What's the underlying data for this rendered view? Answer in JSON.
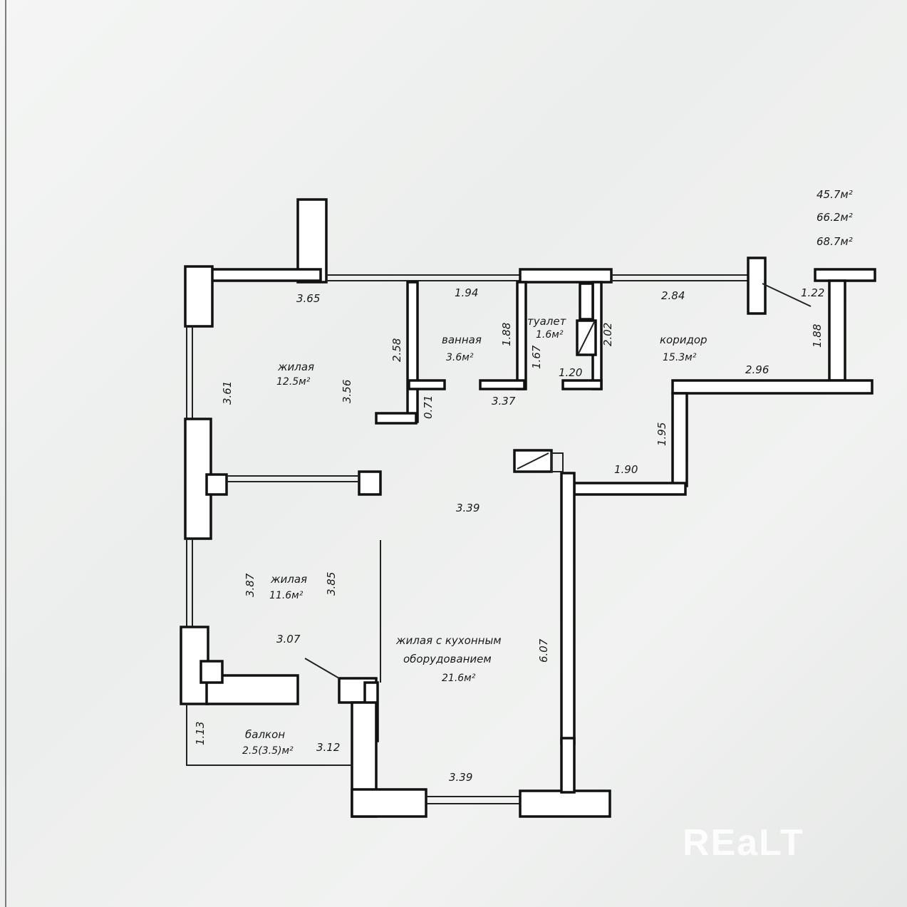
{
  "totals": [
    "45.7м²",
    "66.2м²",
    "68.7м²"
  ],
  "rooms": {
    "living1": {
      "name": "жилая",
      "area": "12.5м²"
    },
    "bath": {
      "name": "ванная",
      "area": "3.6м²"
    },
    "toilet": {
      "name": "туалет",
      "area": "1.6м²"
    },
    "corridor": {
      "name": "коридор",
      "area": "15.3м²"
    },
    "living2": {
      "name": "жилая",
      "area": "11.6м²"
    },
    "kitchen": {
      "line1": "жилая с кухонным",
      "line2": "оборудованием",
      "area": "21.6м²"
    },
    "balcony": {
      "name": "балкон",
      "area": "2.5(3.5)м²"
    }
  },
  "dimensions": {
    "top_left": "3.65",
    "top_bath": "1.94",
    "top_corridor": "2.84",
    "door_right": "1.22",
    "right_side": "1.88",
    "living1_left": "3.61",
    "living1_right": "3.56",
    "bath_left": "2.58",
    "bath_right": "1.88",
    "bath_nib": "0.71",
    "bath_bottom": "3.37",
    "toilet_left": "1.67",
    "toilet_right": "2.02",
    "toilet_bottom": "1.20",
    "corridor_bottom": "2.96",
    "corridor_step": "1.95",
    "corridor_low": "1.90",
    "kitchen_top": "3.39",
    "living2_left": "3.87",
    "living2_right": "3.85",
    "living2_bottom": "3.07",
    "kitchen_right": "6.07",
    "balcony_left": "1.13",
    "balcony_right": "3.12",
    "kitchen_bottom": "3.39"
  },
  "watermark": "REaLT"
}
